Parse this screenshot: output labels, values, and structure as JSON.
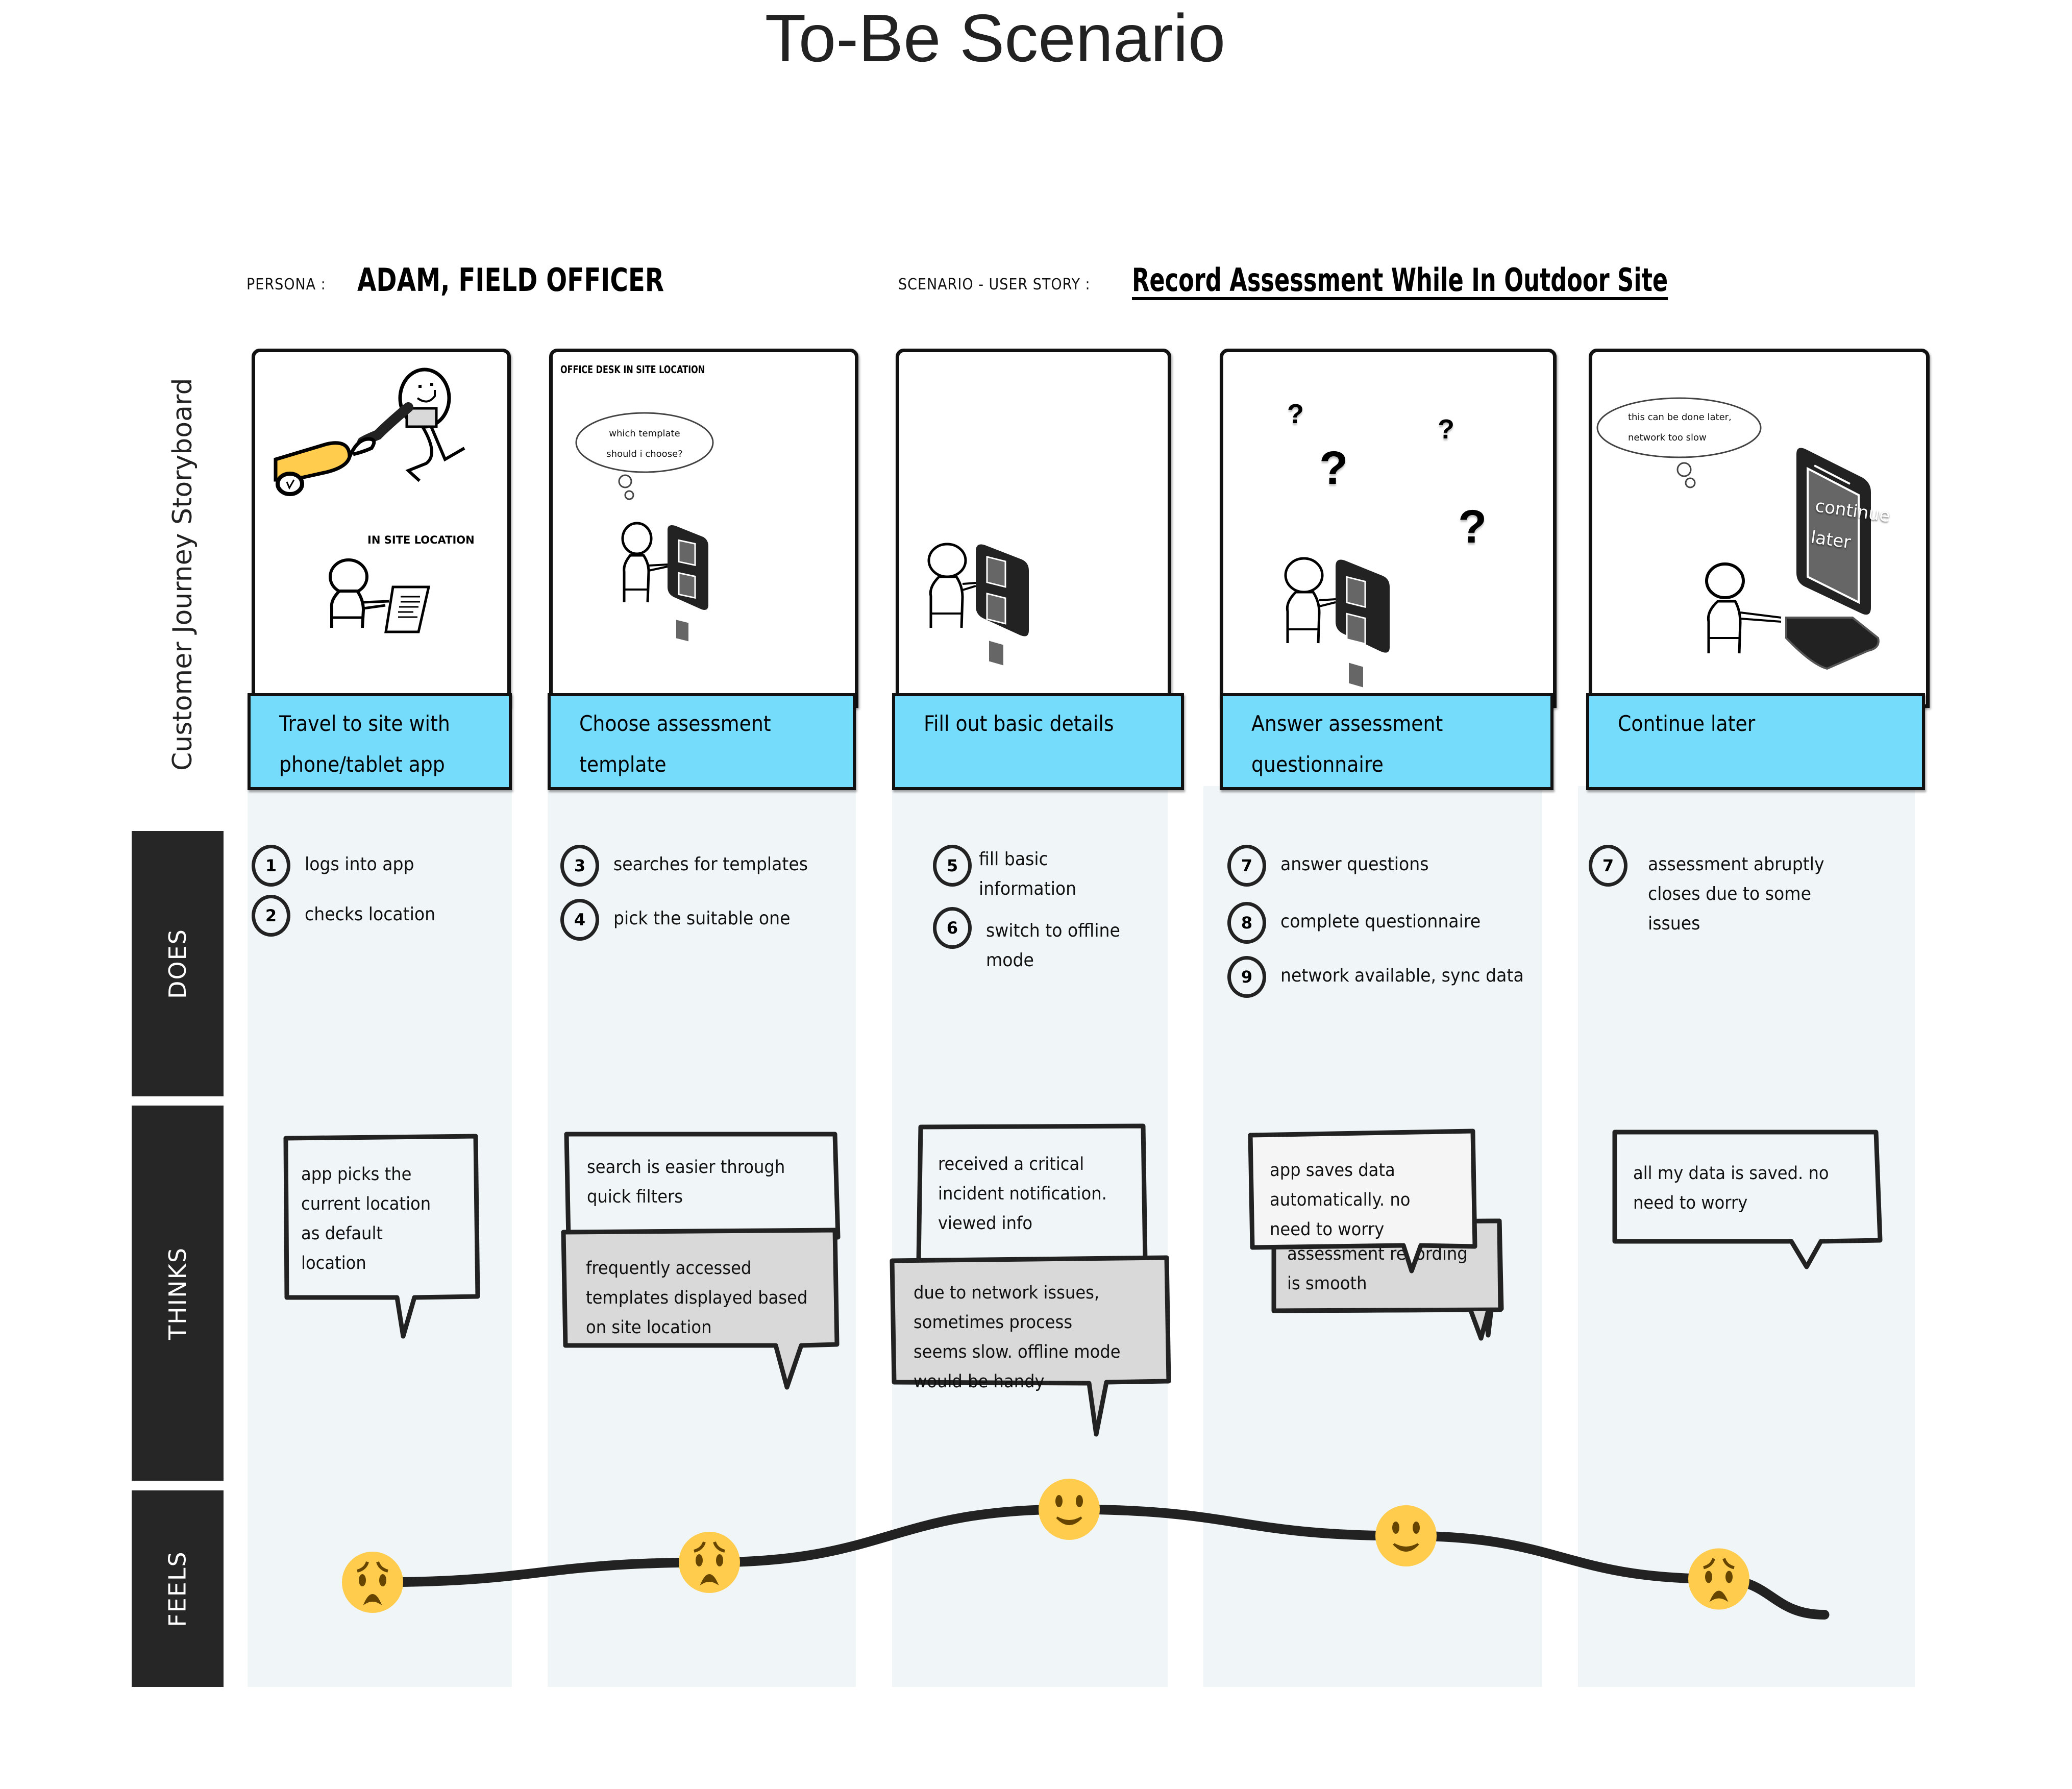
{
  "title": "To-Be Scenario",
  "header": {
    "persona_label": "PERSONA :",
    "persona_value": "ADAM, FIELD OFFICER",
    "scenario_label": "SCENARIO - USER STORY :",
    "scenario_value": "Record Assessment While In Outdoor Site"
  },
  "side_label": "Customer Journey Storyboard",
  "rows": {
    "does": "DOES",
    "thinks": "THINKS",
    "feels": "FEELS"
  },
  "colors": {
    "step_fill": "#76dcfc",
    "lane_bg": "#f0f5f8",
    "row_tab": "#262626",
    "emoji": "#ffcc4d",
    "thought_alt": "#d9d9d9"
  },
  "stages": [
    {
      "step": [
        "Travel to site with",
        "phone/tablet app"
      ],
      "panel": {
        "caption": "IN SITE LOCATION",
        "scene": "person-with-vacuum-and-person-with-document"
      },
      "does": [
        {
          "num": "1",
          "text": [
            "logs into app"
          ]
        },
        {
          "num": "2",
          "text": [
            "checks location"
          ]
        }
      ],
      "thinks": [
        {
          "lines": [
            "app picks the",
            "current location",
            "as default",
            "location"
          ],
          "tone": "light"
        }
      ],
      "feels": {
        "emotion": "sad",
        "score": 2
      }
    },
    {
      "step": [
        "Choose assessment",
        "template"
      ],
      "panel": {
        "caption": "OFFICE DESK IN SITE LOCATION",
        "thought": [
          "which template",
          "should i choose?"
        ],
        "scene": "person-at-tablet"
      },
      "does": [
        {
          "num": "3",
          "text": [
            "searches for templates"
          ]
        },
        {
          "num": "4",
          "text": [
            "pick the suitable one"
          ]
        }
      ],
      "thinks": [
        {
          "lines": [
            "search is easier through",
            "quick filters"
          ],
          "tone": "light"
        },
        {
          "lines": [
            "frequently accessed",
            "templates displayed based",
            "on site location"
          ],
          "tone": "grey"
        }
      ],
      "feels": {
        "emotion": "sad",
        "score": 2.6
      }
    },
    {
      "step": [
        "Fill out basic details"
      ],
      "panel": {
        "scene": "person-at-tablet"
      },
      "does": [
        {
          "num": "5",
          "text": [
            "fill basic",
            "information"
          ]
        },
        {
          "num": "6",
          "text": [
            "switch to offline",
            "mode"
          ]
        }
      ],
      "thinks": [
        {
          "lines": [
            "received a critical",
            "incident notification.",
            "viewed info"
          ],
          "tone": "light"
        },
        {
          "lines": [
            "due to network issues,",
            "sometimes process",
            "seems slow. offline mode",
            "would be handy"
          ],
          "tone": "grey"
        }
      ],
      "feels": {
        "emotion": "happy",
        "score": 4.2
      }
    },
    {
      "step": [
        "Answer assessment",
        "questionnaire"
      ],
      "panel": {
        "scene": "person-at-tablet-with-question-marks",
        "marks": [
          "?",
          "?",
          "?",
          "?"
        ]
      },
      "does": [
        {
          "num": "7",
          "text": [
            "answer questions"
          ]
        },
        {
          "num": "8",
          "text": [
            "complete questionnaire"
          ]
        },
        {
          "num": "9",
          "text": [
            "network available, sync data"
          ]
        }
      ],
      "thinks": [
        {
          "lines": [
            "app saves data",
            "automatically. no",
            "need to worry"
          ],
          "tone": "light"
        },
        {
          "lines": [
            "assessment recording",
            "is smooth"
          ],
          "tone": "grey"
        }
      ],
      "feels": {
        "emotion": "happy",
        "score": 3.4
      }
    },
    {
      "step": [
        "Continue later"
      ],
      "panel": {
        "thought": [
          "this can be done later,",
          "network too slow"
        ],
        "screen_text": [
          "continue",
          "later"
        ],
        "scene": "person-at-computer"
      },
      "does": [
        {
          "num": "7",
          "text": [
            "assessment abruptly",
            "closes due to some",
            "issues"
          ]
        }
      ],
      "thinks": [
        {
          "lines": [
            "all my data is saved. no",
            "need to worry"
          ],
          "tone": "light"
        }
      ],
      "feels": {
        "emotion": "sad",
        "score": 2.1
      }
    }
  ]
}
